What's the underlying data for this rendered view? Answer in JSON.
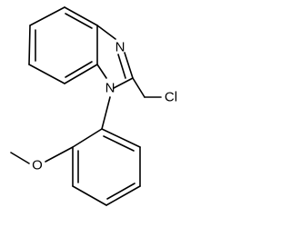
{
  "molecule": {
    "atom_labels": {
      "n3": "N",
      "n1": "N",
      "cl": "Cl",
      "o": "O"
    }
  }
}
